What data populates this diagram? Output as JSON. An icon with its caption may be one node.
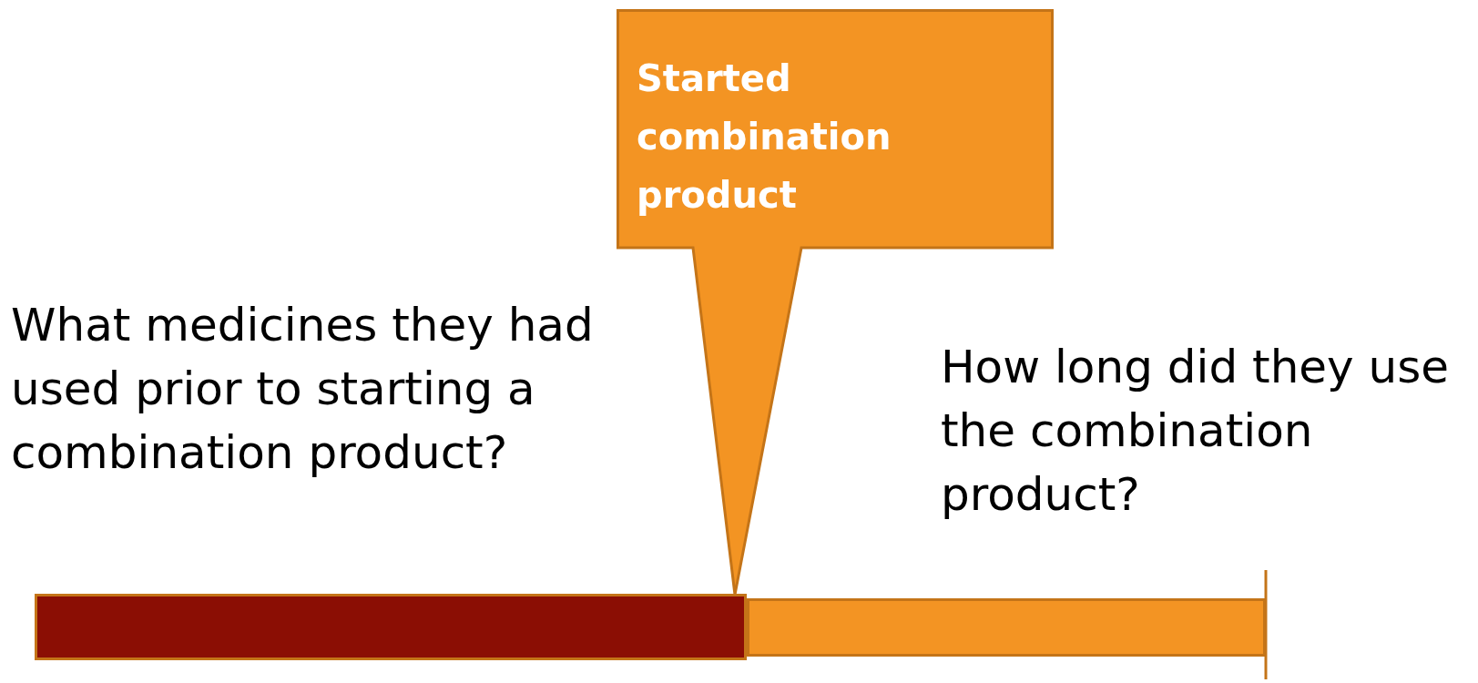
{
  "diagram": {
    "nodes": [
      {
        "text": [
          "Started combination product"
        ]
      },
      {
        "text": [],
        "shape": "bar"
      },
      {
        "text": [],
        "shape": "bar"
      }
    ],
    "labels": [
      "What medicines they had used prior to starting a combination product?",
      "How long did they use the combination product?"
    ]
  }
}
